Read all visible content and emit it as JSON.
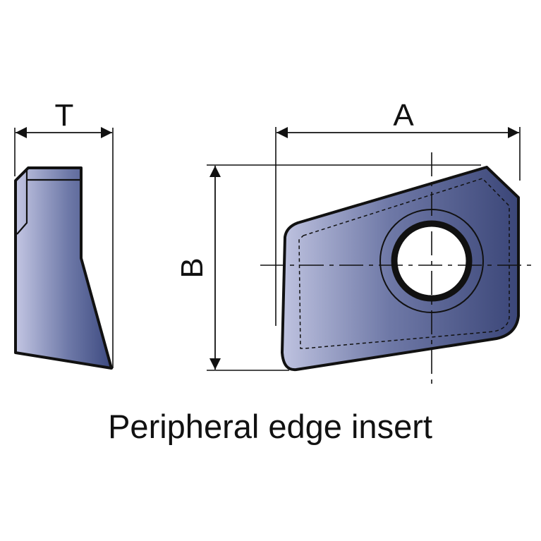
{
  "labels": {
    "thickness": "T",
    "length": "A",
    "width": "B"
  },
  "caption": "Peripheral edge insert",
  "colors": {
    "insert_light": "#c3c6e3",
    "insert_dark": "#3d4a80",
    "outline": "#111111"
  }
}
